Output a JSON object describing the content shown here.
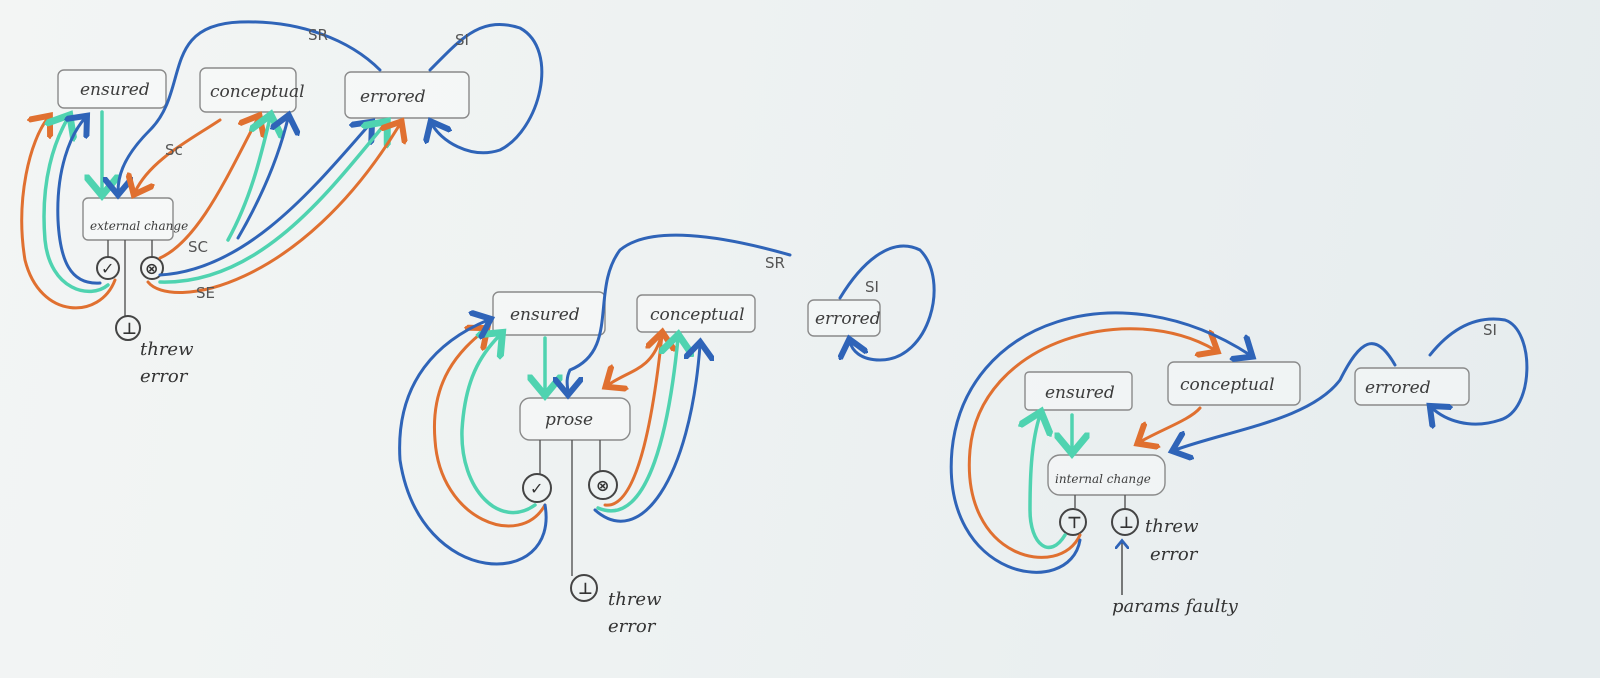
{
  "colors": {
    "orange": "#e07030",
    "teal": "#4fd3b0",
    "blue": "#2f64b8",
    "pencil": "#555555"
  },
  "diagram1": {
    "states": {
      "ensured": "ensured",
      "conceptual": "conceptual",
      "errored": "errored",
      "action": "external change"
    },
    "outcomes": {
      "success": "✓",
      "failure": "⊗",
      "bottom": "⊥"
    },
    "bottom_note": [
      "threw",
      "error"
    ],
    "edge_labels": {
      "sr": "SR",
      "si": "SI",
      "sc_small": "Sc",
      "sc": "SC",
      "se": "SE"
    }
  },
  "diagram2": {
    "states": {
      "ensured": "ensured",
      "conceptual": "conceptual",
      "errored": "errored",
      "action": "prose"
    },
    "outcomes": {
      "success": "✓",
      "failure": "⊗",
      "bottom": "⊥"
    },
    "bottom_note": [
      "threw",
      "error"
    ],
    "edge_labels": {
      "sr": "SR",
      "si": "SI"
    }
  },
  "diagram3": {
    "states": {
      "ensured": "ensured",
      "conceptual": "conceptual",
      "errored": "errored",
      "action": "internal change"
    },
    "outcomes": {
      "top": "⊤",
      "bottom": "⊥"
    },
    "bottom_note": [
      "threw",
      "error"
    ],
    "cause_note": "params faulty",
    "edge_labels": {
      "si": "SI"
    }
  }
}
